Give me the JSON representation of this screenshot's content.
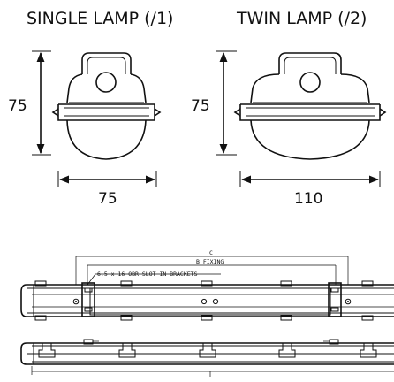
{
  "titles": {
    "single": "SINGLE LAMP (/1)",
    "twin": "TWIN LAMP (/2)"
  },
  "dimensions": {
    "single_height": "75",
    "single_width": "75",
    "twin_height": "75",
    "twin_width": "110"
  },
  "side_view": {
    "dim_c": "C",
    "dim_b": "B FIXING",
    "slot_note": "6.5 x 16 OBR SLOT IN BRACKETS"
  },
  "colors": {
    "line": "#111111",
    "background": "#ffffff"
  }
}
